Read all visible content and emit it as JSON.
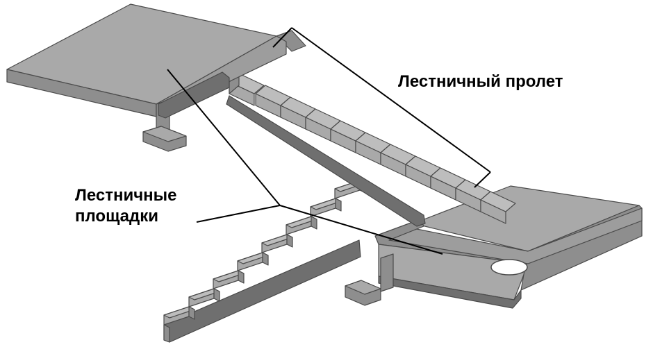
{
  "labels": {
    "flight": "Лестничный пролет",
    "landings_line1": "Лестничные",
    "landings_line2": "площадки"
  },
  "colors": {
    "top": "#a9a9a9",
    "side": "#8e8e8e",
    "dark": "#6f6f6f",
    "edge": "#4a4a4a",
    "leader": "#000000"
  }
}
